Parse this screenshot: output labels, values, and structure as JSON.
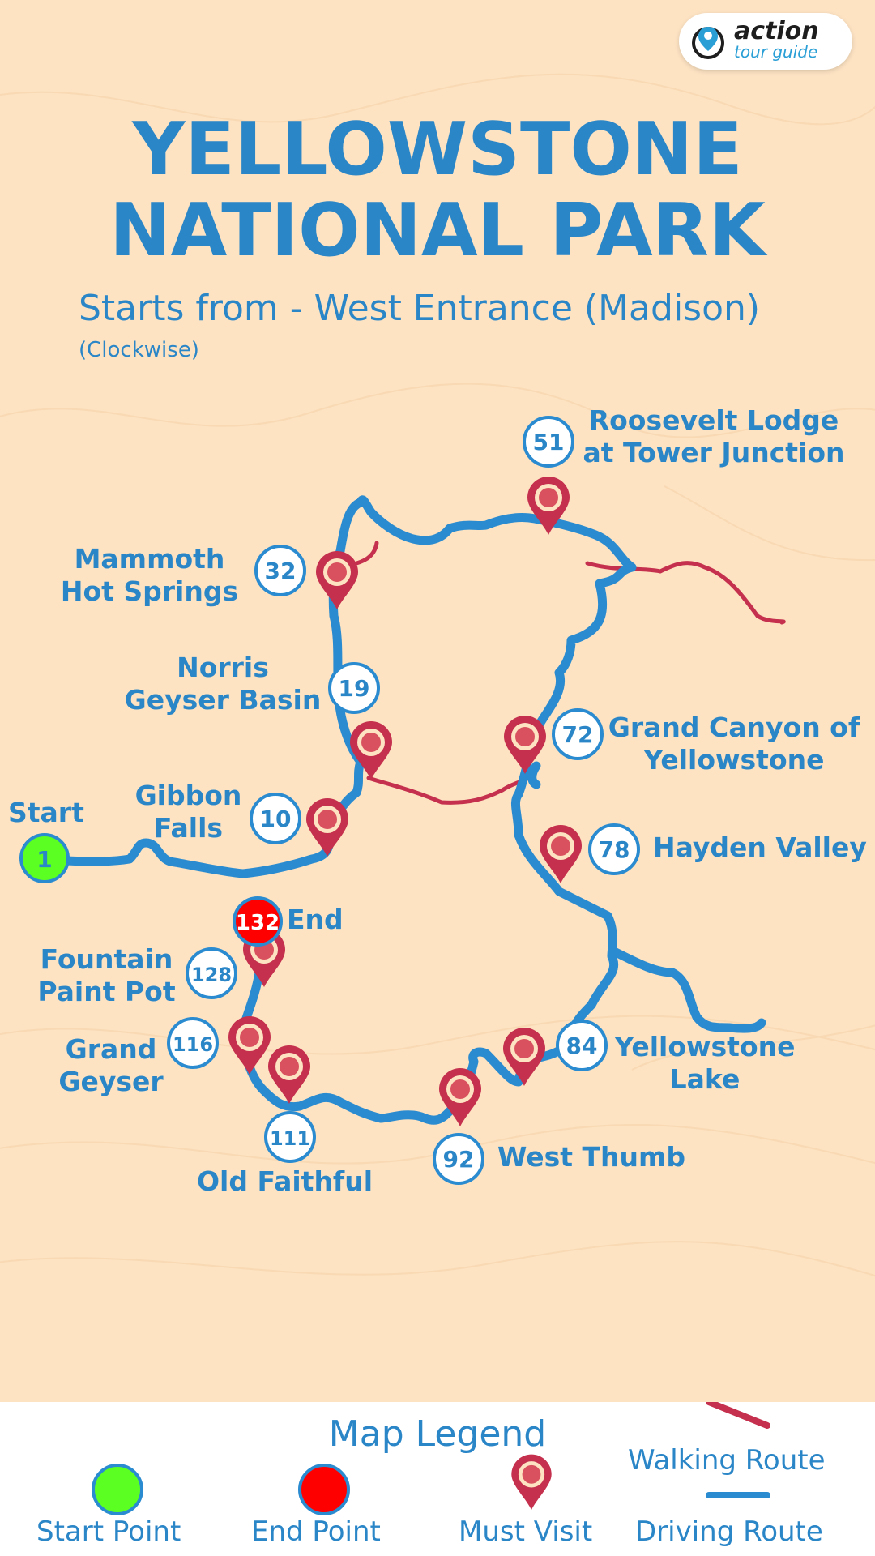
{
  "logo": {
    "word1": "action",
    "word2": "tour guide"
  },
  "title": {
    "line1": "YELLOWSTONE",
    "line2": "NATIONAL PARK"
  },
  "subtitle": "Starts from - West Entrance (Madison)",
  "subnote": "(Clockwise)",
  "stops": {
    "start": {
      "num": "1",
      "label": "Start"
    },
    "gibbon": {
      "num": "10",
      "label1": "Gibbon",
      "label2": "Falls"
    },
    "norris": {
      "num": "19",
      "label1": "Norris",
      "label2": "Geyser Basin"
    },
    "mammoth": {
      "num": "32",
      "label1": "Mammoth",
      "label2": "Hot Springs"
    },
    "roosevelt": {
      "num": "51",
      "label1": "Roosevelt Lodge",
      "label2": "at Tower Junction"
    },
    "canyon": {
      "num": "72",
      "label1": "Grand Canyon of",
      "label2": "Yellowstone"
    },
    "hayden": {
      "num": "78",
      "label": "Hayden Valley"
    },
    "lake": {
      "num": "84",
      "label1": "Yellowstone",
      "label2": "Lake"
    },
    "westthumb": {
      "num": "92",
      "label": "West Thumb"
    },
    "oldfaithful": {
      "num": "111",
      "label": "Old Faithful"
    },
    "grand": {
      "num": "116",
      "label1": "Grand",
      "label2": "Geyser"
    },
    "fountain": {
      "num": "128",
      "label1": "Fountain",
      "label2": "Paint Pot"
    },
    "end": {
      "num": "132",
      "label": "End"
    }
  },
  "legend": {
    "title": "Map Legend",
    "start": "Start Point",
    "end": "End Point",
    "must": "Must Visit",
    "walk": "Walking Route",
    "drive": "Driving Route"
  },
  "colors": {
    "drive": "#2a8bd0",
    "walk": "#c4304d",
    "start": "#5cff22",
    "end": "#ff0000",
    "text": "#2b86c8"
  }
}
